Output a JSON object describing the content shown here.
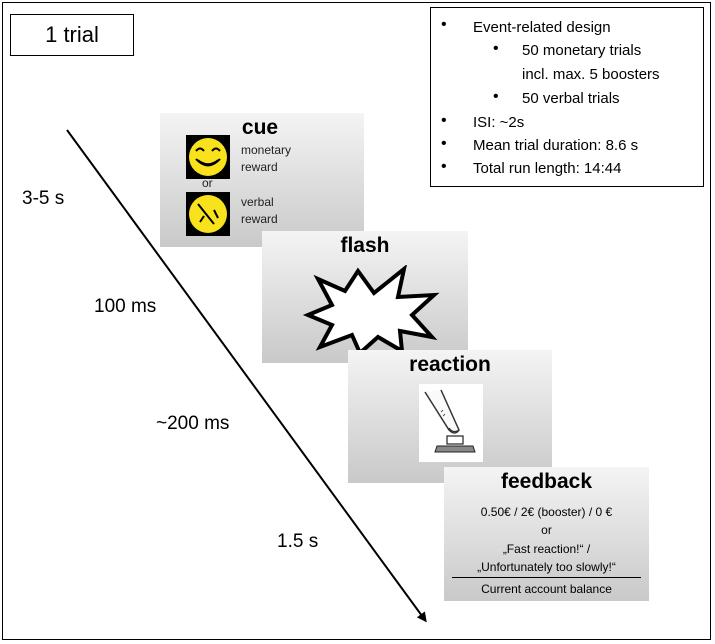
{
  "title": "1 trial",
  "info": {
    "items": [
      {
        "text": "Event-related design",
        "level": 1
      },
      {
        "text": "50 monetary trials",
        "level": 2
      },
      {
        "text": "incl. max. 5 boosters",
        "level": 2,
        "continuation": true
      },
      {
        "text": "50 verbal trials",
        "level": 2
      },
      {
        "text": "ISI: ~2s",
        "level": 1
      },
      {
        "text": "Mean trial duration: 8.6 s",
        "level": 1
      },
      {
        "text": "Total run length: 14:44",
        "level": 1
      }
    ]
  },
  "timeline": {
    "labels": [
      "3-5 s",
      "100 ms",
      "~200 ms",
      "1.5 s"
    ]
  },
  "cue": {
    "title": "cue",
    "monetary_line1": "monetary",
    "monetary_line2": "reward",
    "or": "or",
    "verbal_line1": "verbal",
    "verbal_line2": "reward"
  },
  "flash": {
    "title": "flash"
  },
  "reaction": {
    "title": "reaction"
  },
  "feedback": {
    "title": "feedback",
    "amounts": "0.50€ / 2€ (booster) / 0 €",
    "or": "or",
    "message1": "„Fast reaction!“ /",
    "message2": "„Unfortunately too slowly!“",
    "balance": "Current account balance"
  },
  "colors": {
    "smiley": "#f7e21b",
    "panel_top": "#f4f4f4",
    "panel_bottom": "#c9c9c9"
  }
}
